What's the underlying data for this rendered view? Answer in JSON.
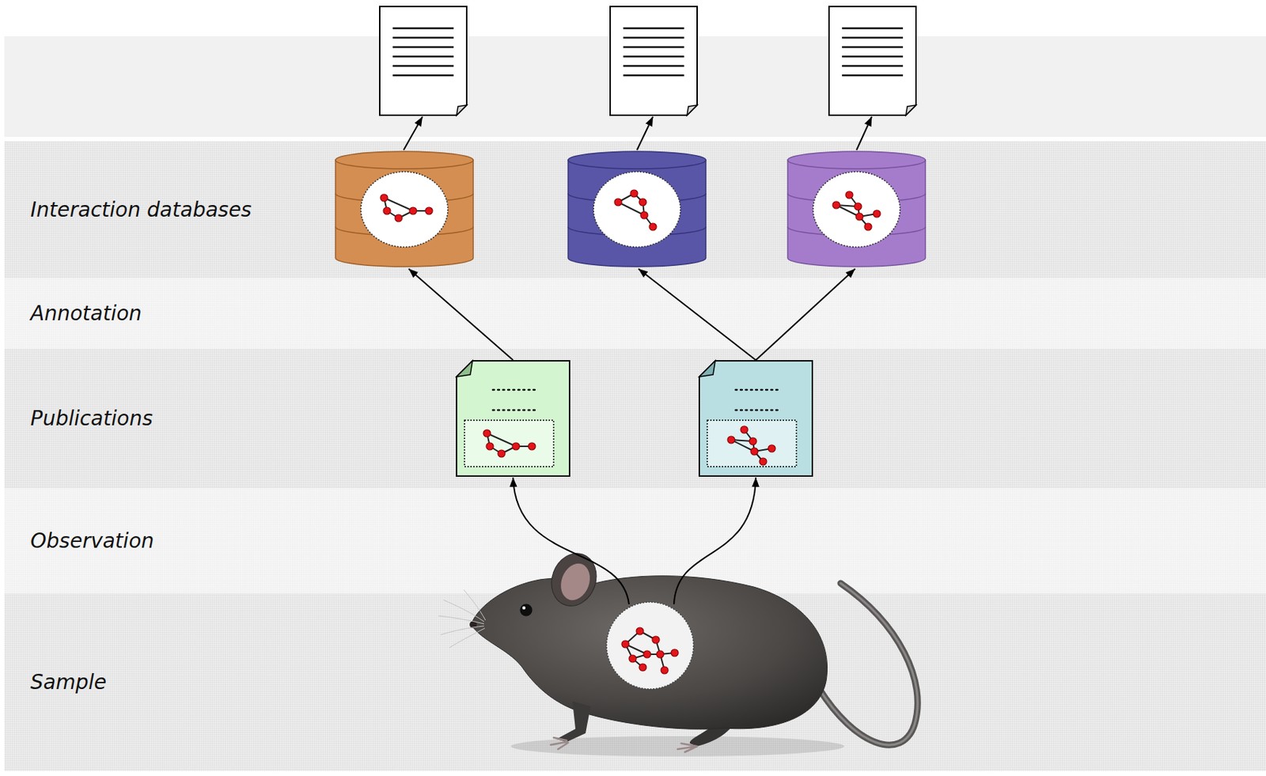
{
  "diagram": {
    "nodes": [
      {
        "text": [
          "Interaction databases"
        ]
      },
      {
        "text": [
          "Annotation"
        ]
      },
      {
        "text": [
          "Publications"
        ]
      },
      {
        "text": [
          "Observation"
        ]
      },
      {
        "text": [
          "Sample"
        ]
      }
    ]
  }
}
